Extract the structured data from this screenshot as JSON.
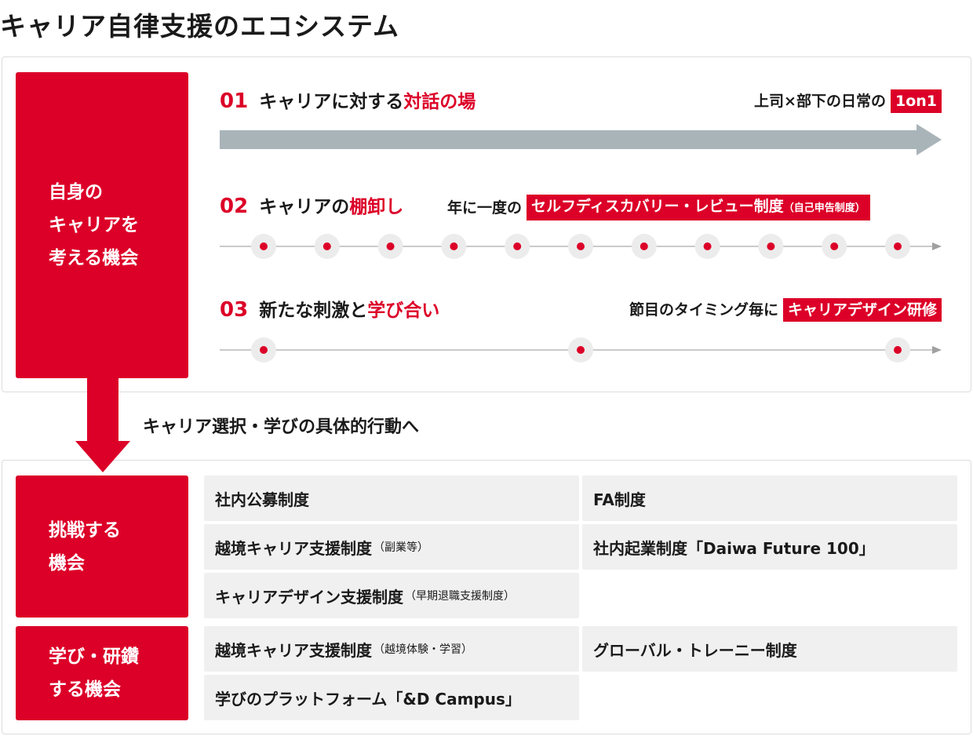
{
  "page": {
    "title": "キャリア自律支援のエコシステム"
  },
  "top_block": {
    "label": "自身の\nキャリアを\n考える機会"
  },
  "rows": [
    {
      "number": "01",
      "title_prefix": "キャリアに対する",
      "title_highlight": "対話の場",
      "right_text": "上司×部下の日常の",
      "tag": "1on1"
    },
    {
      "number": "02",
      "title_prefix": "キャリアの",
      "title_highlight": "棚卸し",
      "right_text": "年に一度の",
      "tag": "セルフディスカバリー・レビュー制度",
      "tag_small": "（自己申告制度）"
    },
    {
      "number": "03",
      "title_prefix": "新たな刺激と",
      "title_highlight": "学び合い",
      "right_text": "節目のタイミング毎に",
      "tag": "キャリアデザイン研修"
    }
  ],
  "flow_caption": "キャリア選択・学びの具体的行動へ",
  "challenge": {
    "label": "挑戦する\n機会",
    "items": [
      {
        "text": "社内公募制度",
        "note": ""
      },
      {
        "text": "FA制度",
        "note": ""
      },
      {
        "text": "越境キャリア支援制度",
        "note": "（副業等）"
      },
      {
        "text": "社内起業制度「Daiwa Future 100」",
        "note": ""
      },
      {
        "text": "キャリアデザイン支援制度",
        "note": "（早期退職支援制度）"
      }
    ]
  },
  "learning": {
    "label": "学び・研鑽\nする機会",
    "items": [
      {
        "text": "越境キャリア支援制度",
        "note": "（越境体験・学習）"
      },
      {
        "text": "グローバル・トレーニー制度",
        "note": ""
      },
      {
        "text": "学びのプラットフォーム「&D Campus」",
        "note": ""
      }
    ]
  },
  "colors": {
    "accent": "#dc0028",
    "arrow_gray": "#a9b4b9",
    "dot_halo": "#ececec",
    "card_bg": "#f0f0f0"
  },
  "timeline_markers": {
    "row02_count": 11,
    "row03_count": 3
  }
}
